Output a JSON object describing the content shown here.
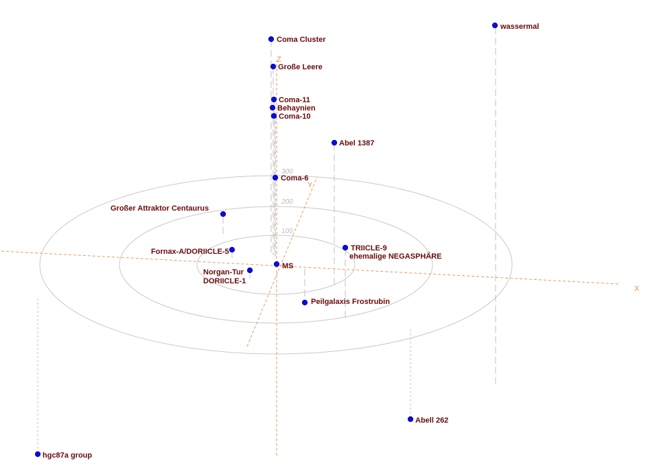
{
  "axes": {
    "x": "X",
    "y": "Y",
    "z": "Z"
  },
  "ring_ticks": [
    "100",
    "200",
    "300"
  ],
  "objects": [
    {
      "id": "coma-cluster",
      "label": "Coma Cluster"
    },
    {
      "id": "grosse-leere",
      "label": "Große Leere"
    },
    {
      "id": "coma-11",
      "label": "Coma-11"
    },
    {
      "id": "behaynien",
      "label": "Behaynien"
    },
    {
      "id": "coma-10",
      "label": "Coma-10"
    },
    {
      "id": "abel-1387",
      "label": "Abel 1387"
    },
    {
      "id": "coma-6",
      "label": "Coma-6"
    },
    {
      "id": "grosser-attraktor",
      "label": "Großer Attraktor Centaurus"
    },
    {
      "id": "fornax",
      "label": "Fornax-A/DORIICLE-5"
    },
    {
      "id": "triicle-9",
      "label": "TRIICLE-9"
    },
    {
      "id": "negasphaere",
      "label": "ehemalige NEGASPHÄRE"
    },
    {
      "id": "ms",
      "label": "MS"
    },
    {
      "id": "norgan-tur",
      "label": "Norgan-Tur"
    },
    {
      "id": "doriicle-1",
      "label": "DORIICLE-1"
    },
    {
      "id": "peilgalaxis",
      "label": "Peilgalaxis Frostrubin"
    },
    {
      "id": "wassermal",
      "label": "wassermal"
    },
    {
      "id": "abell-262",
      "label": "Abell 262"
    },
    {
      "id": "hgc87a",
      "label": "hgc87a group"
    }
  ]
}
